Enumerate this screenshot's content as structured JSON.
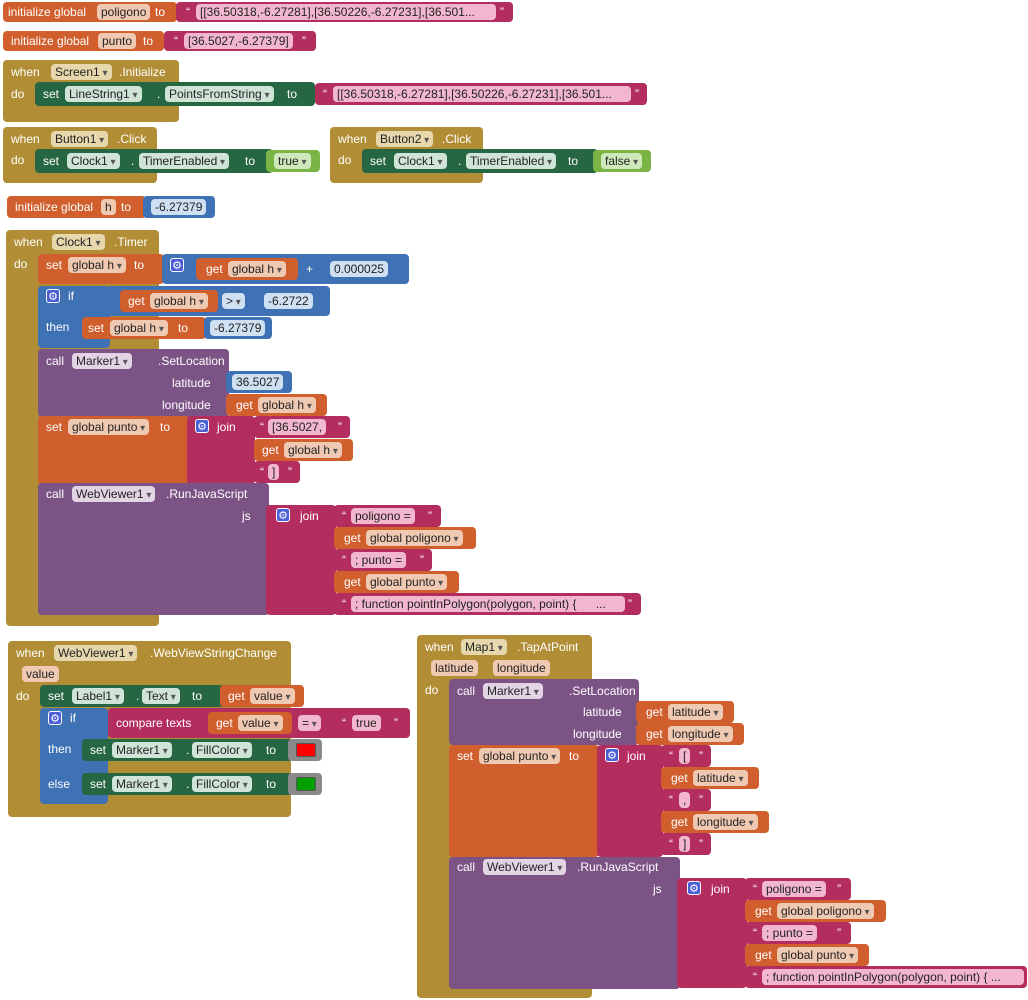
{
  "kw": {
    "init_global": "initialize global",
    "to": "to",
    "when": "when",
    "do": "do",
    "set": "set",
    "get": "get",
    "call": "call",
    "if": "if",
    "then": "then",
    "else": "else",
    "join": "join",
    "dot": ".",
    "plus": "+",
    "gt": ">",
    "eq": "=",
    "compare_texts": "compare texts",
    "latitude": "latitude",
    "longitude": "longitude",
    "js": "js",
    "gear": "⚙"
  },
  "vars": {
    "poligono": "poligono",
    "punto": "punto",
    "h": "h",
    "global_h": "global h",
    "global_punto": "global punto",
    "global_poligono": "global poligono"
  },
  "components": {
    "screen1": "Screen1",
    "linestring1": "LineString1",
    "button1": "Button1",
    "button2": "Button2",
    "clock1": "Clock1",
    "marker1": "Marker1",
    "webviewer1": "WebViewer1",
    "label1": "Label1",
    "map1": "Map1"
  },
  "props": {
    "points_from_string": "PointsFromString",
    "timer_enabled": "TimerEnabled",
    "text": "Text",
    "fill_color": "FillColor"
  },
  "events": {
    "initialize": ".Initialize",
    "click": ".Click",
    "timer": ".Timer",
    "webview_string_change": ".WebViewStringChange",
    "tap_at_point": ".TapAtPoint"
  },
  "methods": {
    "set_location": ".SetLocation",
    "run_javascript": ".RunJavaScript"
  },
  "params": {
    "value": "value",
    "latitude": "latitude",
    "longitude": "longitude"
  },
  "values": {
    "poligono_str": "[[36.50318,-6.27281],[36.50226,-6.27231],[36.501...",
    "punto_str": "[36.5027,-6.27379]",
    "polygon_points_str": "[[36.50318,-6.27281],[36.50226,-6.27231],[36.501...",
    "bool_true": "true",
    "bool_false": "false",
    "h_init": "-6.27379",
    "h_step": "0.000025",
    "h_limit": "-6.2722",
    "h_reset": "-6.27379",
    "lat_const": "36.5027",
    "punto_prefix": "[36.5027,",
    "close_bracket": "]",
    "open_bracket": "[",
    "comma": ",",
    "js_poligono": "poligono =",
    "js_punto": "; punto =",
    "js_func": "; function pointInPolygon(polygon, point) {",
    "ellipsis": "...",
    "true_str": "true"
  },
  "colors": {
    "red_swatch": "#ff0000",
    "green_swatch": "#00a000"
  }
}
